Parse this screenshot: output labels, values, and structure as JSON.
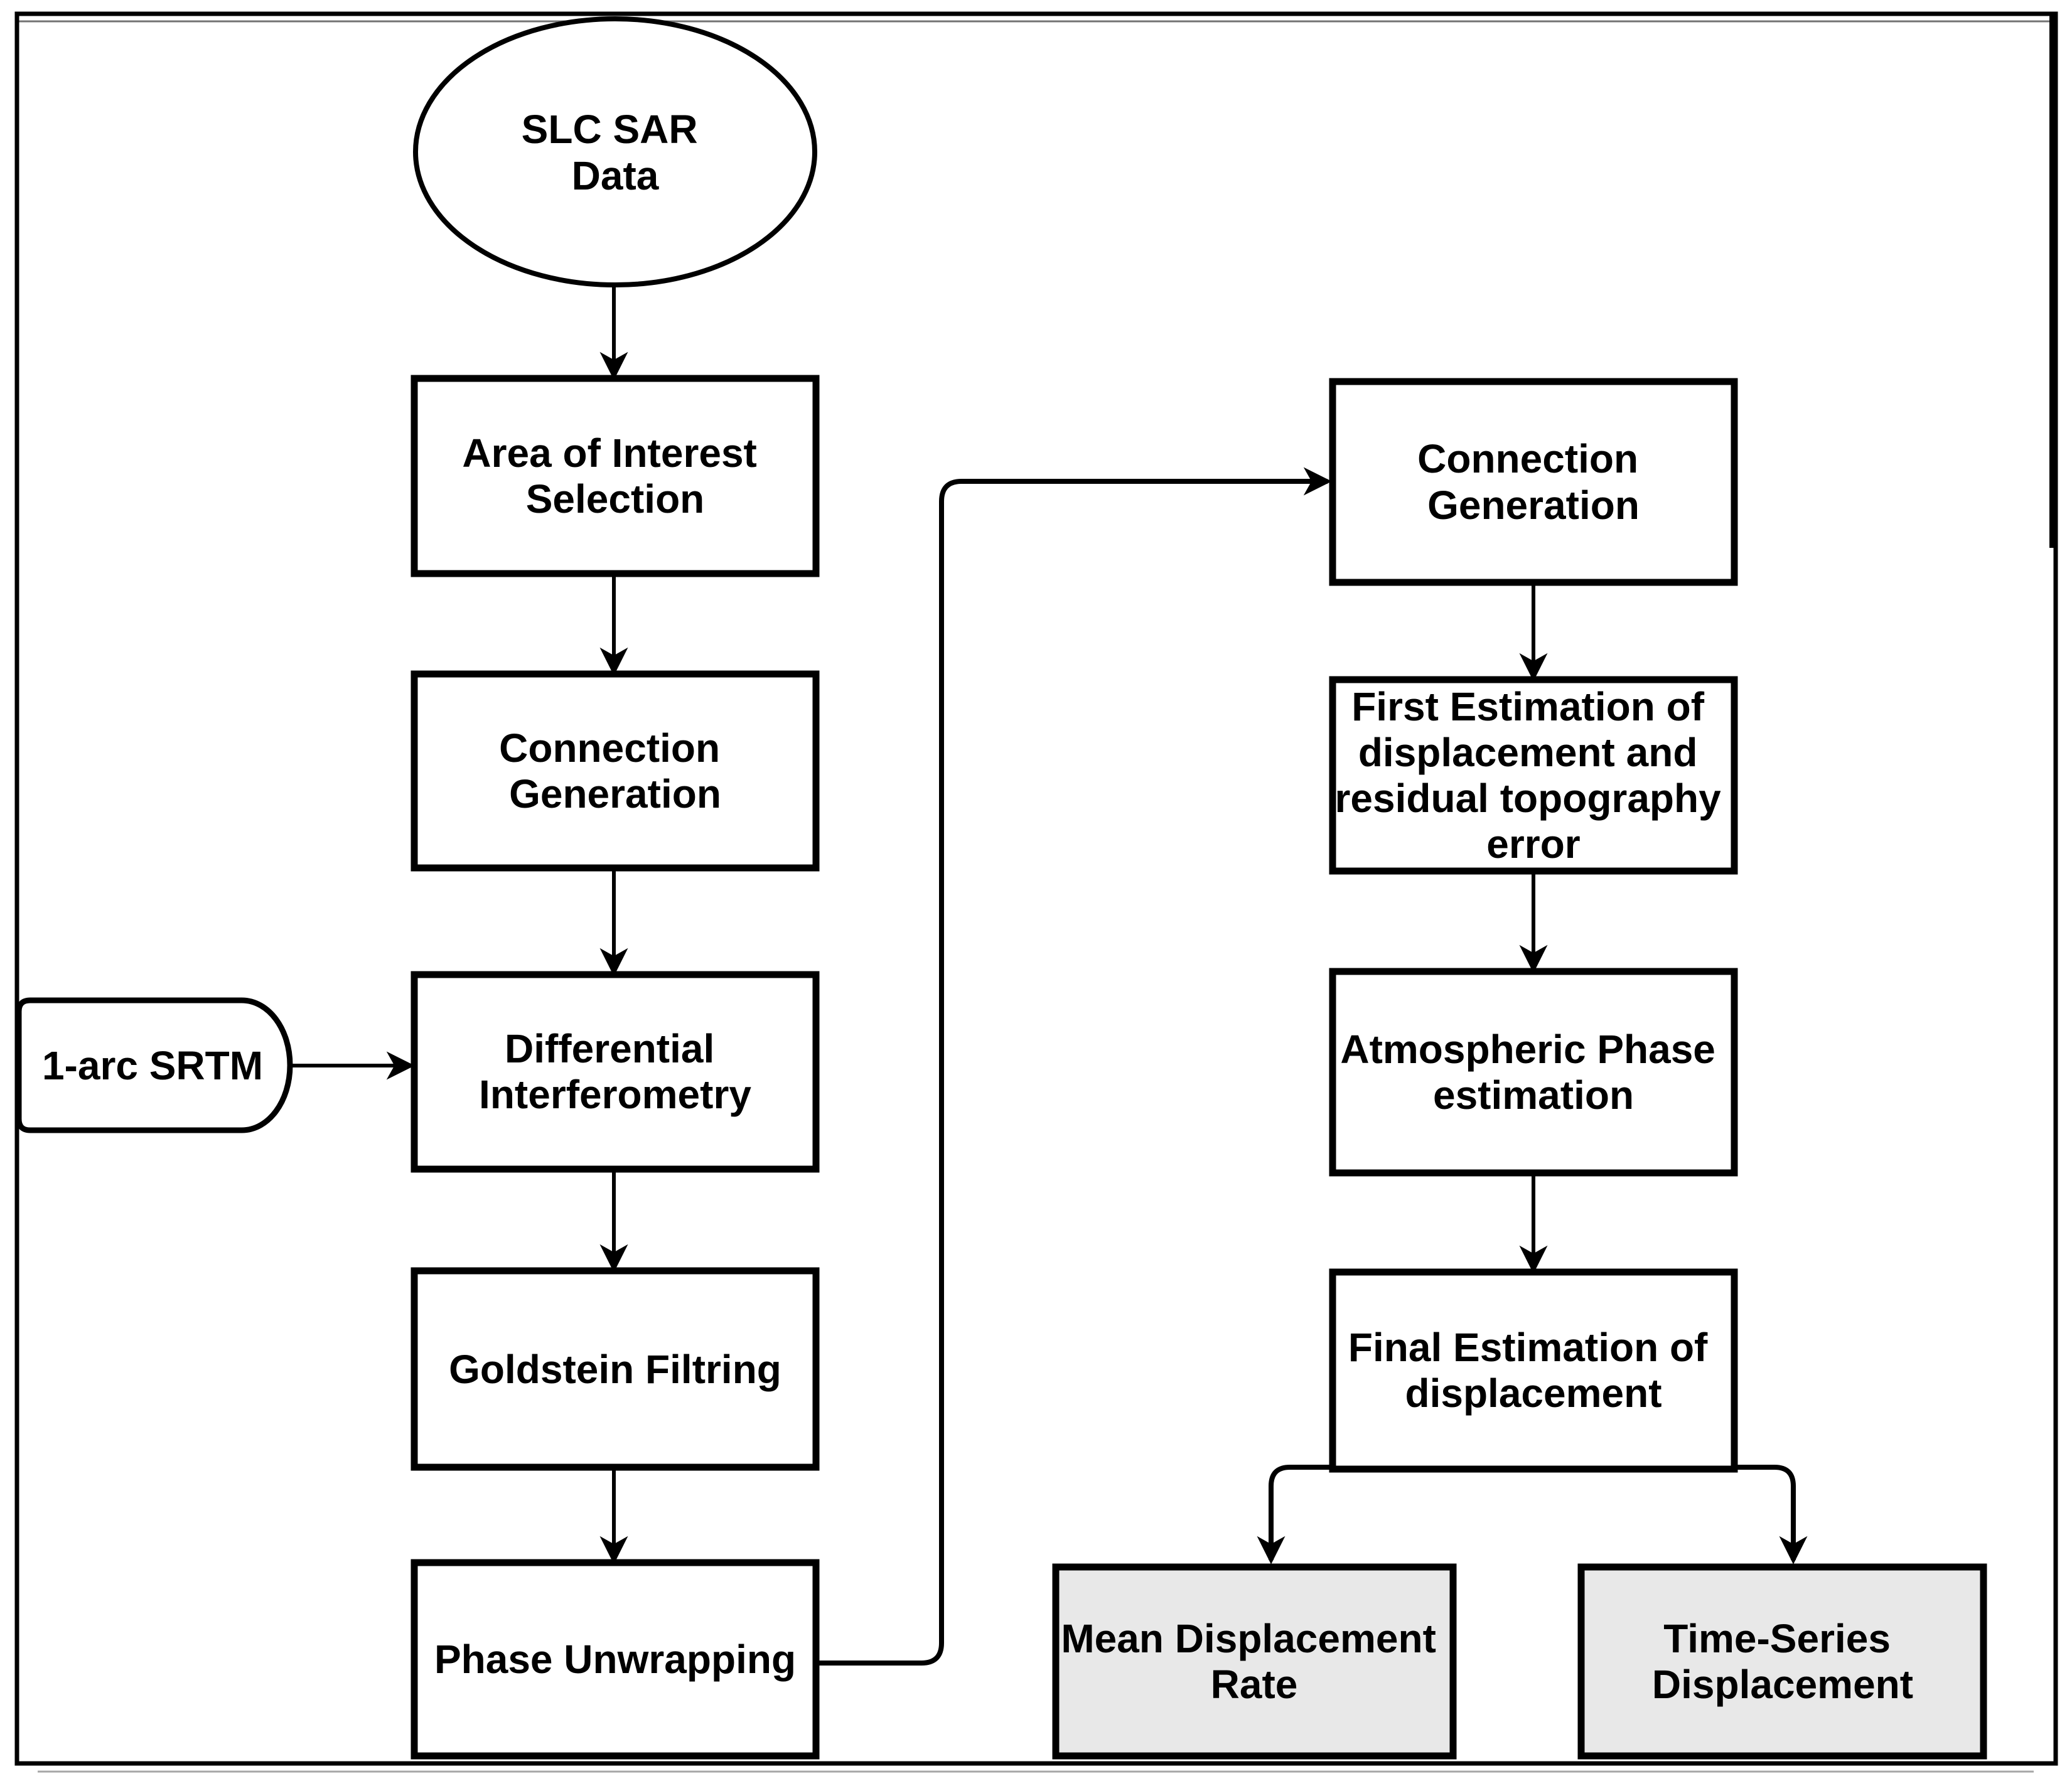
{
  "diagram": {
    "type": "flowchart",
    "background_color": "#ffffff",
    "line_color": "#000000",
    "process_fill": "#ffffff",
    "output_fill": "#e8e8e8",
    "nodes": {
      "slc_sar_data": {
        "shape": "ellipse",
        "lines": [
          "SLC SAR",
          "Data"
        ]
      },
      "area_of_interest_selection": {
        "shape": "process",
        "lines": [
          "Area of Interest",
          "Selection"
        ]
      },
      "connection_generation_1": {
        "shape": "process",
        "lines": [
          "Connection",
          "Generation"
        ]
      },
      "one_arc_srtm": {
        "shape": "delay",
        "lines": [
          "1-arc SRTM"
        ]
      },
      "differential_interferometry": {
        "shape": "process",
        "lines": [
          "Differential",
          "Interferometry"
        ]
      },
      "goldstein_filtring": {
        "shape": "process",
        "lines": [
          "Goldstein Filtring"
        ]
      },
      "phase_unwrapping": {
        "shape": "process",
        "lines": [
          "Phase Unwrapping"
        ]
      },
      "connection_generation_2": {
        "shape": "process",
        "lines": [
          "Connection",
          "Generation"
        ]
      },
      "first_estimation": {
        "shape": "process",
        "lines": [
          "First Estimation of",
          "displacement and",
          "residual topography",
          "error"
        ]
      },
      "atmospheric_phase_estimation": {
        "shape": "process",
        "lines": [
          "Atmospheric Phase",
          "estimation"
        ]
      },
      "final_estimation": {
        "shape": "process",
        "lines": [
          "Final Estimation of",
          "displacement"
        ]
      },
      "mean_displacement_rate": {
        "shape": "output",
        "lines": [
          "Mean Displacement",
          "Rate"
        ]
      },
      "time_series_displacement": {
        "shape": "output",
        "lines": [
          "Time-Series",
          "Displacement"
        ]
      }
    },
    "edges": [
      {
        "from": "slc_sar_data",
        "to": "area_of_interest_selection"
      },
      {
        "from": "area_of_interest_selection",
        "to": "connection_generation_1"
      },
      {
        "from": "connection_generation_1",
        "to": "differential_interferometry"
      },
      {
        "from": "one_arc_srtm",
        "to": "differential_interferometry"
      },
      {
        "from": "differential_interferometry",
        "to": "goldstein_filtring"
      },
      {
        "from": "goldstein_filtring",
        "to": "phase_unwrapping"
      },
      {
        "from": "phase_unwrapping",
        "to": "connection_generation_2"
      },
      {
        "from": "connection_generation_2",
        "to": "first_estimation"
      },
      {
        "from": "first_estimation",
        "to": "atmospheric_phase_estimation"
      },
      {
        "from": "atmospheric_phase_estimation",
        "to": "final_estimation"
      },
      {
        "from": "final_estimation",
        "to": "mean_displacement_rate"
      },
      {
        "from": "final_estimation",
        "to": "time_series_displacement"
      }
    ]
  }
}
